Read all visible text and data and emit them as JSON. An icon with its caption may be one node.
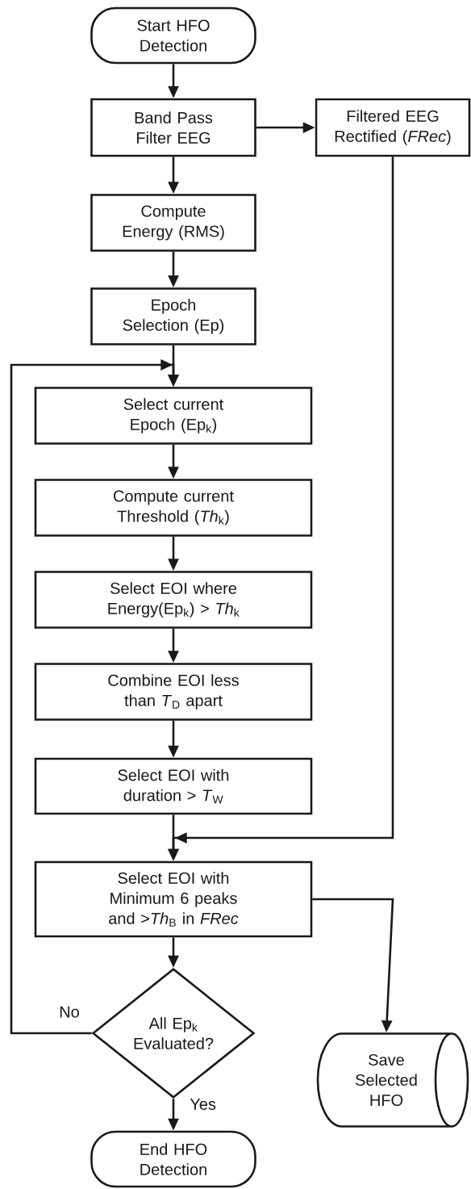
{
  "diagram": {
    "nodes": [
      {
        "text": [
          "Start HFO Detection"
        ]
      },
      {
        "text": [
          "Band Pass Filter EEG"
        ]
      },
      {
        "text": [
          "Filtered EEG Rectified (*FRec*)"
        ]
      },
      {
        "text": [
          "Compute Energy (RMS)"
        ]
      },
      {
        "text": [
          "Epoch Selection (Ep)"
        ]
      },
      {
        "text": [
          "Select current Epoch (Ep$_{k}$)"
        ]
      },
      {
        "text": [
          "Compute current Threshold (*Th*$_{k}$)"
        ]
      },
      {
        "text": [
          "Select EOI where Energy(Ep$_{k}$) > *Th*$_{k}$"
        ]
      },
      {
        "text": [
          "Combine EOI less than *T*$_{D}$ apart"
        ]
      },
      {
        "text": [
          "Select EOI with duration > *T*$_{W}$"
        ]
      },
      {
        "text": [
          "Select EOI with Minimum 6 peaks and >*Th*$_{B}$ in *FRec*"
        ]
      },
      {
        "text": [
          "All Ep$_{k}$ Evaluated?"
        ]
      },
      {
        "text": [
          "End HFO Detection"
        ]
      },
      {
        "text": [
          "Save Selected HFO"
        ]
      }
    ],
    "edges": [
      {
        "from": 0,
        "to": 1,
        "arrow": "to"
      },
      {
        "from": 1,
        "to": 2,
        "arrow": "to"
      },
      {
        "from": 1,
        "to": 3,
        "arrow": "to"
      },
      {
        "from": 3,
        "to": 4,
        "arrow": "to"
      },
      {
        "from": 4,
        "to": 5,
        "arrow": "to"
      },
      {
        "from": 5,
        "to": 6,
        "arrow": "to"
      },
      {
        "from": 6,
        "to": 7,
        "arrow": "to"
      },
      {
        "from": 7,
        "to": 8,
        "arrow": "to"
      },
      {
        "from": 8,
        "to": 9,
        "arrow": "to"
      },
      {
        "from": 2,
        "to": 10,
        "arrow": "to"
      },
      {
        "from": 9,
        "to": 10,
        "arrow": "to"
      },
      {
        "from": 10,
        "to": 13,
        "arrow": "to"
      },
      {
        "from": 10,
        "to": 11,
        "arrow": "to"
      },
      {
        "from": 11,
        "to": 12,
        "label": "Yes",
        "arrow": "to"
      },
      {
        "from": 11,
        "to": 5,
        "label": "No",
        "arrow": "to"
      }
    ]
  }
}
